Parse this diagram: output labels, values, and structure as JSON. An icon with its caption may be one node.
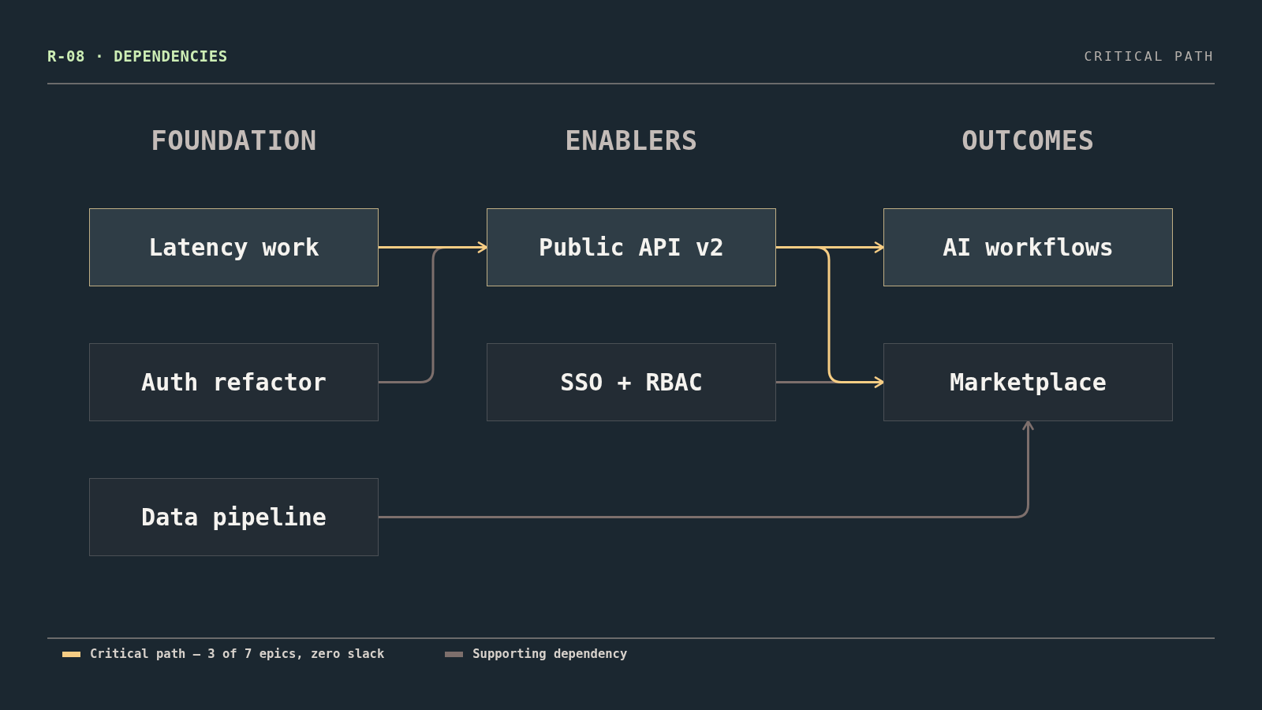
{
  "diagram": {
    "title": "R-08 · DEPENDENCIES",
    "nodes": [
      {
        "text": [
          "Latency work"
        ]
      },
      {
        "text": [
          "Auth refactor"
        ]
      },
      {
        "text": [
          "Data pipeline"
        ]
      },
      {
        "text": [
          "Public API v2"
        ]
      },
      {
        "text": [
          "SSO + RBAC"
        ]
      },
      {
        "text": [
          "AI workflows"
        ]
      },
      {
        "text": [
          "Marketplace"
        ]
      }
    ],
    "edges": [
      {
        "from": 0,
        "to": 3,
        "arrow": "to",
        "color": "#f6cd84"
      },
      {
        "from": 1,
        "to": 3,
        "arrow": "to",
        "color": "#7d6f6c"
      },
      {
        "from": 3,
        "to": 5,
        "arrow": "to",
        "color": "#f6cd84"
      },
      {
        "from": 3,
        "to": 6,
        "arrow": "to",
        "color": "#f6cd84"
      },
      {
        "from": 4,
        "to": 6,
        "arrow": "to",
        "color": "#7d6f6c"
      },
      {
        "from": 2,
        "to": 6,
        "arrow": "to",
        "color": "#7d6f6c"
      }
    ],
    "labels": [
      "CRITICAL PATH",
      "FOUNDATION",
      "ENABLERS",
      "OUTCOMES"
    ],
    "legend": [
      {
        "text": "Critical path — 3 of 7 epics, zero slack",
        "color": "#f6cd84"
      },
      {
        "text": "Supporting dependency",
        "color": "#7d6f6c"
      }
    ]
  }
}
